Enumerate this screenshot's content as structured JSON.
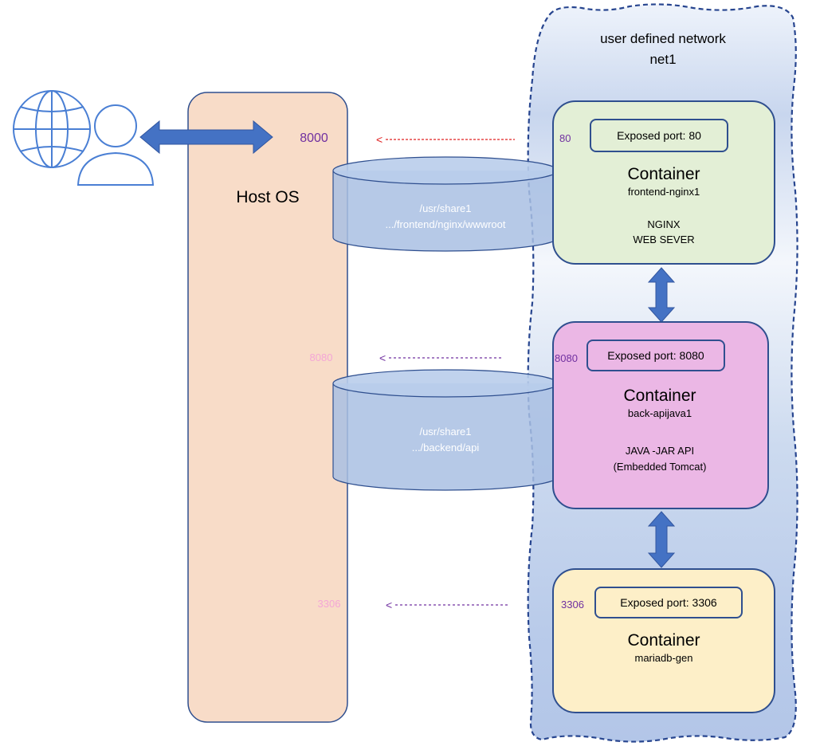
{
  "network": {
    "title": "user defined network",
    "name": "net1"
  },
  "host": {
    "label": "Host OS",
    "port_frontend": "8000",
    "port_backend": "8080",
    "port_db": "3306"
  },
  "volumes": {
    "frontend": {
      "line1": "/usr/share1",
      "line2": ".../frontend/nginx/wwwroot"
    },
    "backend": {
      "line1": "/usr/share1",
      "line2": ".../backend/api"
    }
  },
  "containers": {
    "frontend": {
      "port": "80",
      "exposed": "Exposed port: 80",
      "title": "Container",
      "name": "frontend-nginx1",
      "desc1": "NGINX",
      "desc2": "WEB SEVER"
    },
    "backend": {
      "port": "8080",
      "exposed": "Exposed port: 8080",
      "title": "Container",
      "name": "back-apijava1",
      "desc1": "JAVA -JAR API",
      "desc2": "(Embedded Tomcat)"
    },
    "db": {
      "port": "3306",
      "exposed": "Exposed port: 3306",
      "title": "Container",
      "name": "mariadb-gen"
    }
  },
  "mappings": {
    "frontend_arrow": "<",
    "backend_arrow": "<",
    "db_arrow": "<"
  },
  "colors": {
    "network_fill": "#c9d8ee",
    "host_fill": "#f8dcc8",
    "frontend_fill": "#e3efd6",
    "backend_fill": "#ebb7e5",
    "db_fill": "#fdefc8",
    "volume_fill": "#a9bfe3",
    "arrow_blue": "#4472c4",
    "purple": "#7030a0",
    "pink_port": "#f4a6d6",
    "red": "#e02020"
  },
  "icons": {
    "internet_user": "globe-user-icon"
  }
}
